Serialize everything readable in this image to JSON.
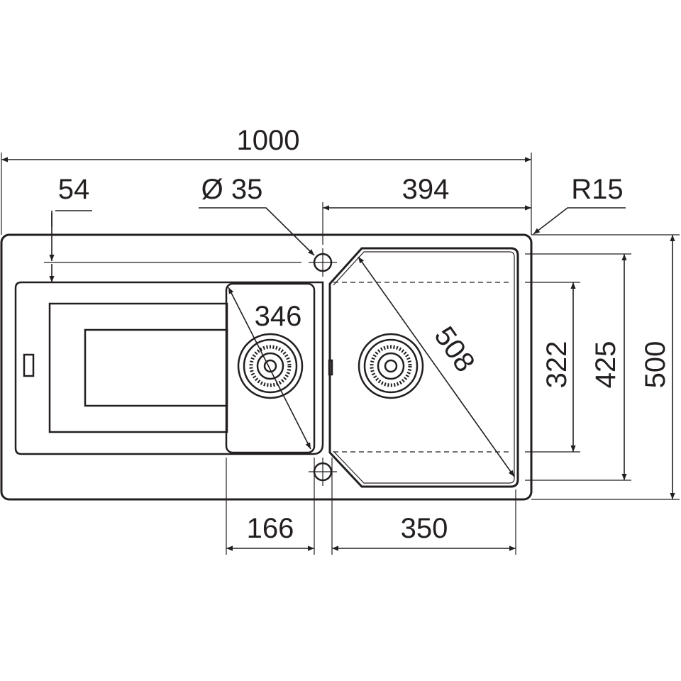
{
  "dimensions": {
    "overall_width": "1000",
    "drainer_offset": "54",
    "tap_hole_diameter": "Ø 35",
    "large_bowl_width_outer": "394",
    "corner_radius": "R15",
    "small_bowl_diagonal": "346",
    "large_bowl_diagonal": "508",
    "bowl_depth_inner": "322",
    "bowl_depth_outer": "425",
    "overall_depth": "500",
    "small_bowl_width": "166",
    "large_bowl_width": "350"
  },
  "colors": {
    "line": "#231f20",
    "background": "#ffffff"
  }
}
